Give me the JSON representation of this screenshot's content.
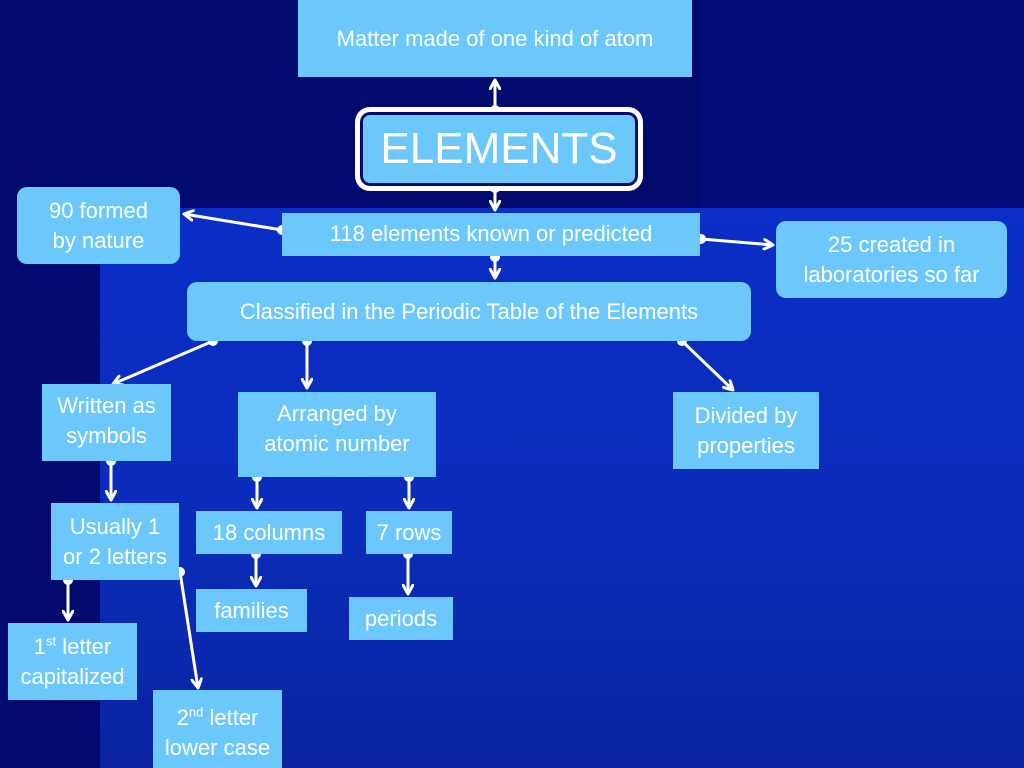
{
  "diagram": {
    "top": "Matter made of one kind of atom",
    "title": "ELEMENTS",
    "known": "118 elements known or predicted",
    "nature": [
      "90 formed",
      "by nature"
    ],
    "lab": [
      "25 created in",
      "laboratories so far"
    ],
    "classified": "Classified in the Periodic Table of the Elements",
    "symbols": [
      "Written as",
      "symbols"
    ],
    "atomic": [
      "Arranged by",
      "atomic number"
    ],
    "properties": [
      "Divided by",
      "properties"
    ],
    "letters": [
      "Usually 1",
      "or 2 letters"
    ],
    "columns": "18 columns",
    "rows": "7 rows",
    "families": "families",
    "periods": "periods",
    "first": {
      "num": "1",
      "sup": "st",
      "rest": " letter",
      "line2": "capitalized"
    },
    "second": {
      "num": "2",
      "sup": "nd",
      "rest": " letter",
      "line2": "lower case"
    }
  },
  "colors": {
    "box": "#6cc8fb",
    "text": "#ffffff",
    "background": "#020a6e",
    "arrow": "#ffffff"
  }
}
